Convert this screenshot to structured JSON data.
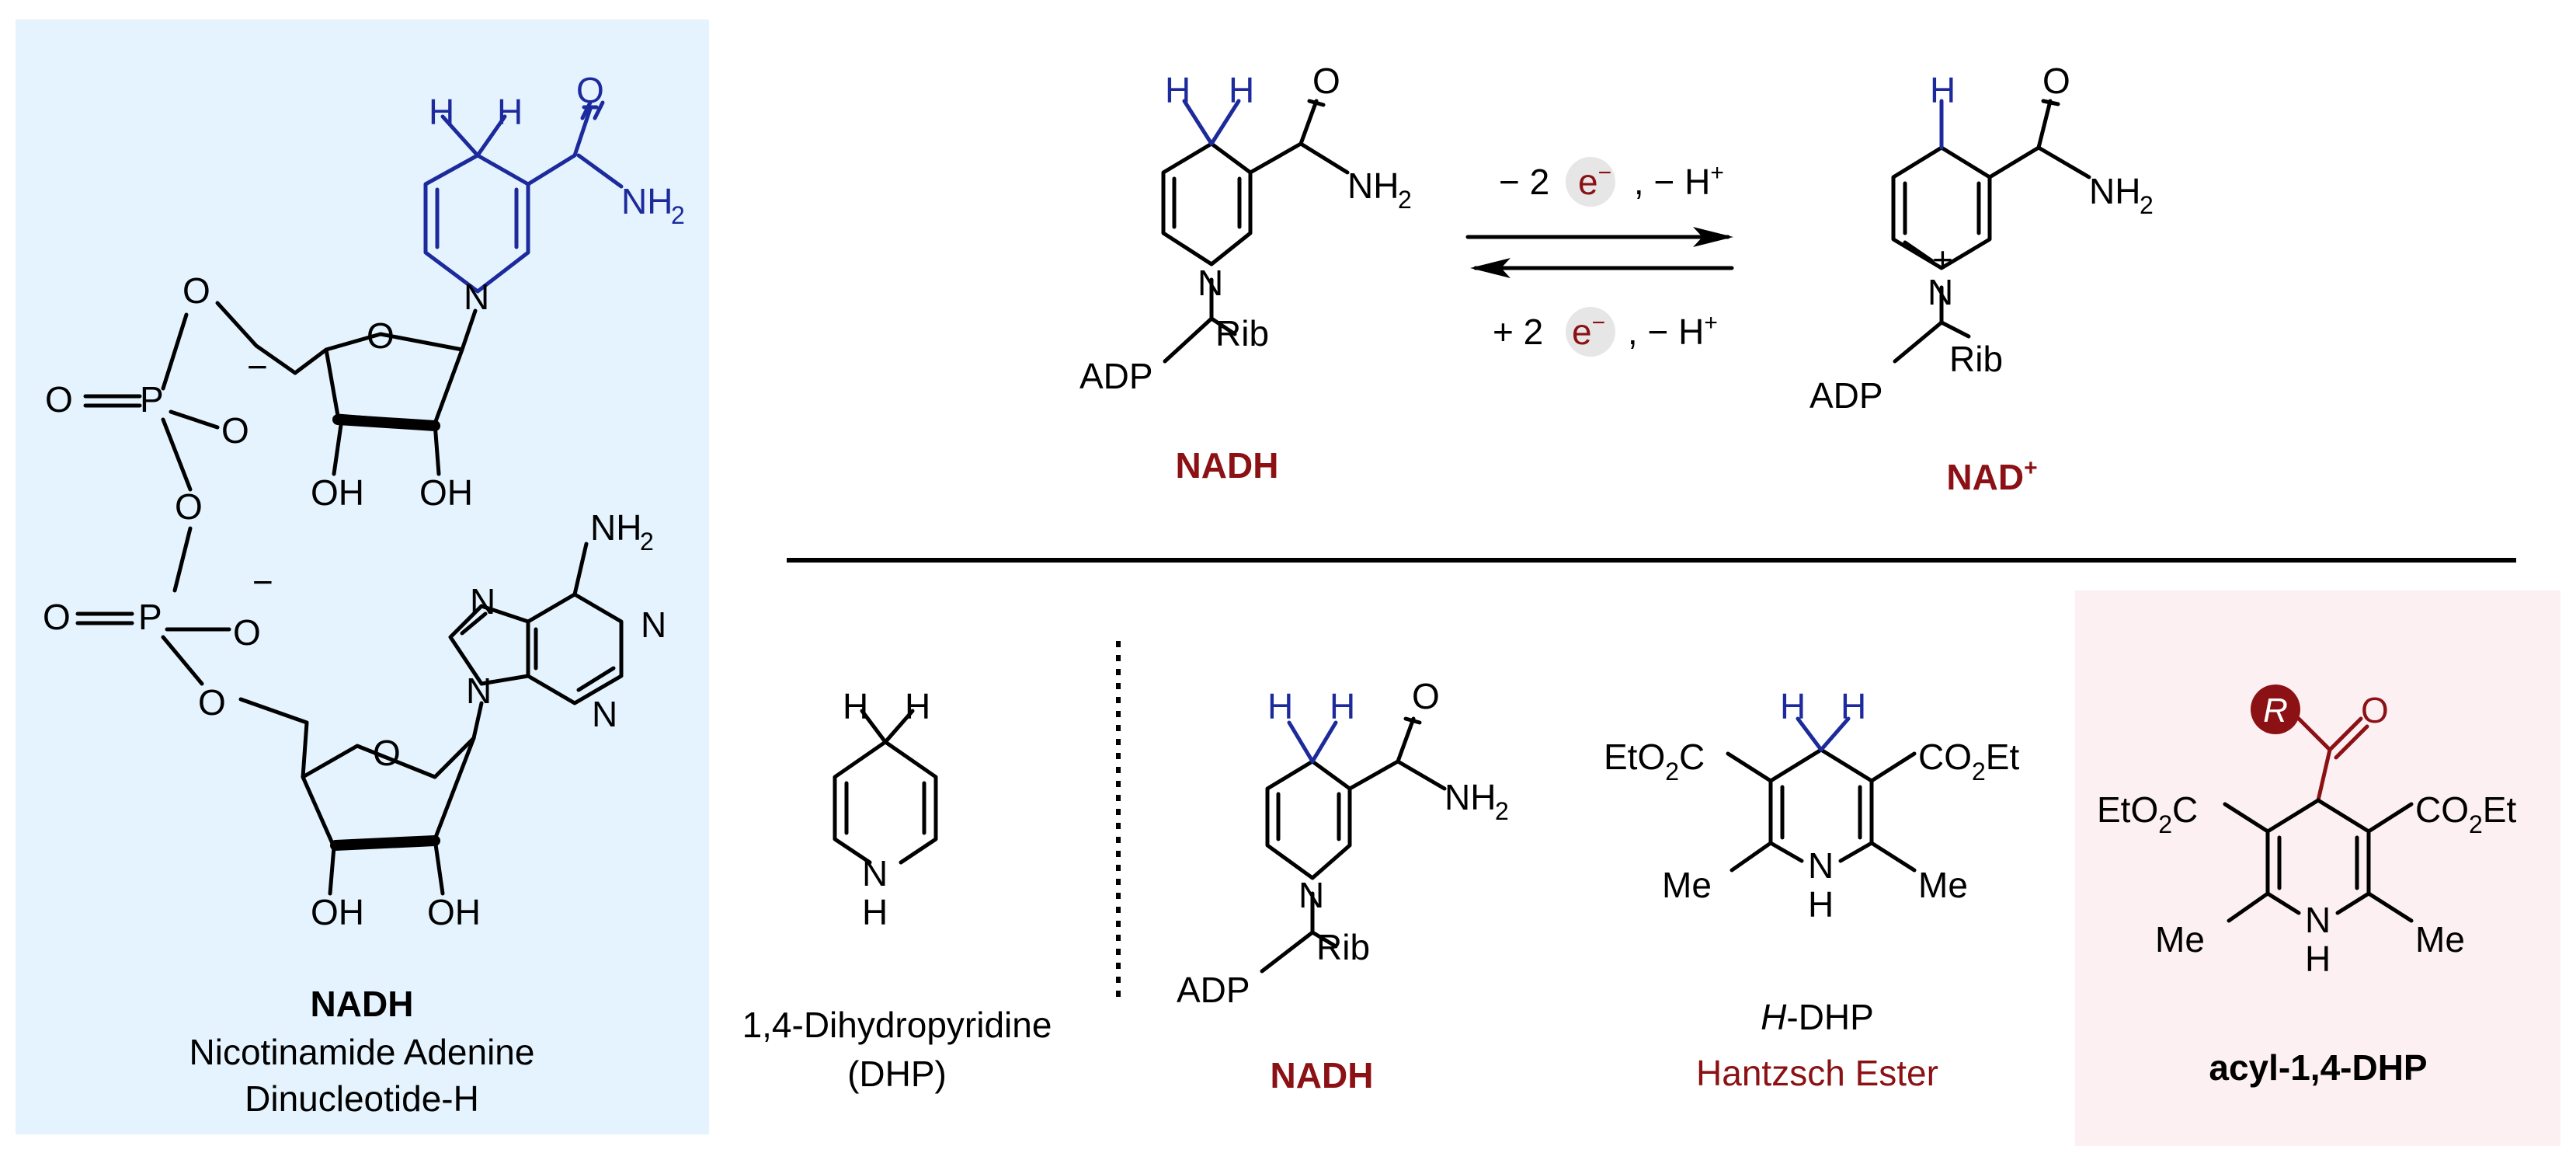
{
  "colors": {
    "left_panel_bg": "#e4f3fd",
    "right_panel_bg": "#fcf0f3",
    "hydride_blue": "#1c2a9c",
    "highlight_red": "#8b1114",
    "electron_bubble": "#e6e6e6"
  },
  "atoms": {
    "H": "H",
    "O": "O",
    "N": "N",
    "P": "P",
    "OH": "OH",
    "NH": "NH",
    "NH2_main": "NH",
    "sub_2": "2",
    "charge_minus": "−",
    "charge_plus": "+",
    "Rib": "Rib",
    "ADP": "ADP",
    "Me": "Me",
    "R": "R",
    "EtO": "EtO",
    "CO": "CO",
    "Et": "Et",
    "C": "C"
  },
  "reaction": {
    "forward_prefix": "− 2",
    "forward_e": "e",
    "forward_e_sup": "−",
    "forward_suffix": ", − H",
    "forward_suffix_sup": "+",
    "reverse_prefix": "+ 2",
    "reverse_e": "e",
    "reverse_e_sup": "−",
    "reverse_suffix": ", − H",
    "reverse_suffix_sup": "+"
  },
  "labels": {
    "nadh_bold": "NADH",
    "nadh_full_line1": "Nicotinamide Adenine",
    "nadh_full_line2": "Dinucleotide-H",
    "top_nadh": "NADH",
    "top_nad": "NAD",
    "top_nad_sup": "+",
    "dhp_line1": "1,4-Dihydropyridine",
    "dhp_line2": "(DHP)",
    "bottom_nadh": "NADH",
    "hdhp_italic": "H",
    "hdhp_rest": "-DHP",
    "hantzsch": "Hantzsch Ester",
    "acyl": "acyl-1,4-DHP"
  }
}
